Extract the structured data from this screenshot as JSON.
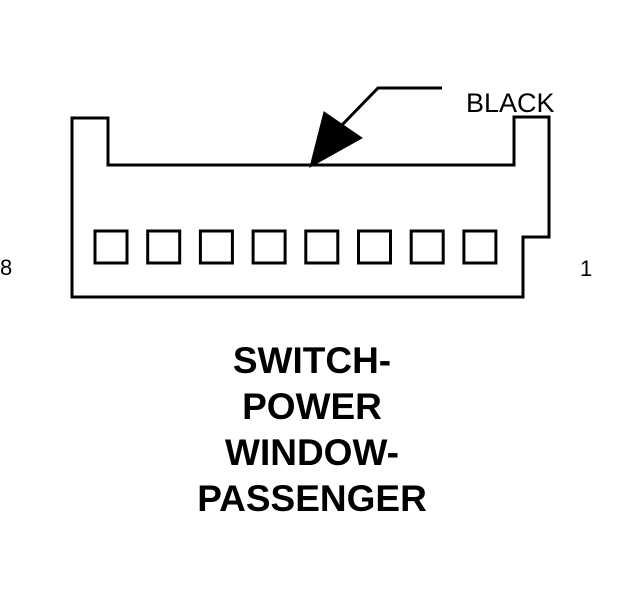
{
  "connector": {
    "wire_color_label": "BLACK",
    "pin_left_label": "8",
    "pin_right_label": "1",
    "cavity_count": 8
  },
  "title": {
    "lines": [
      "SWITCH-",
      "POWER",
      "WINDOW-",
      "PASSENGER"
    ]
  },
  "colors": {
    "stroke": "#000000",
    "background": "#ffffff"
  }
}
